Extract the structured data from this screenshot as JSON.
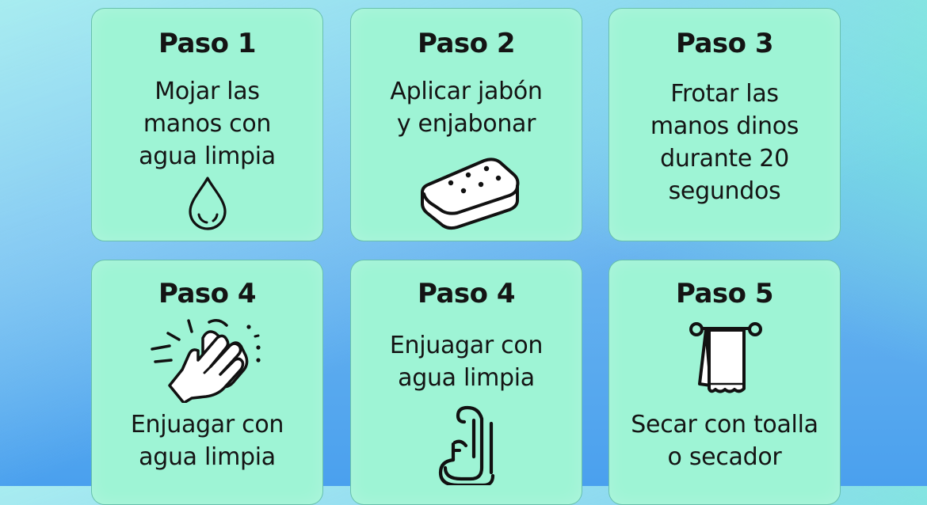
{
  "colors": {
    "card_bg": "#9ef4d5",
    "background_top": "#aaeef0",
    "background_bottom": "#4aa0ee",
    "text": "#141414"
  },
  "steps": [
    {
      "title": "Paso 1",
      "lines": [
        "Mojar las",
        "manos con",
        "agua limpia"
      ],
      "icon": "water-drop-icon"
    },
    {
      "title": "Paso 2",
      "lines": [
        "Aplicar jabón",
        "y enjabonar"
      ],
      "icon": "soap-bar-icon"
    },
    {
      "title": "Paso 3",
      "lines": [
        "Frotar las",
        "manos dinos",
        "durante 20",
        "segundos"
      ],
      "icon": null
    },
    {
      "title": "Paso 4",
      "lines": [
        "Enjuagar con",
        "agua limpia"
      ],
      "icon": "clapping-hands-icon"
    },
    {
      "title": "Paso 4",
      "lines": [
        "Enjuagar con",
        "agua limpia"
      ],
      "icon": "faucet-rinse-icon"
    },
    {
      "title": "Paso 5",
      "lines": [
        "Secar con toalla",
        "o secador"
      ],
      "icon": "towel-rack-icon"
    }
  ]
}
